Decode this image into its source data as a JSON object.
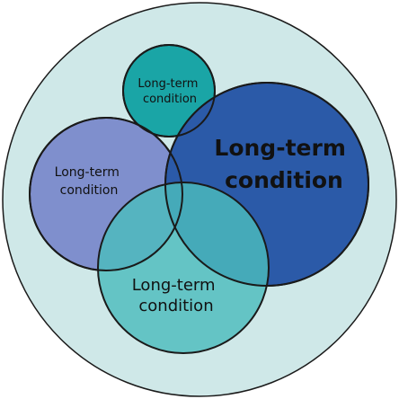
{
  "colors": {
    "outer_circle": "#cfe8e8",
    "top_circle": "#1aa5a6",
    "left_circle": "#7f8fcd",
    "right_circle": "#2b5aa8",
    "bottom_circle": "#4cbcbd",
    "stroke": "#1a1a1a"
  },
  "circles": {
    "top": {
      "line1": "Long-term",
      "line2": "condition"
    },
    "left": {
      "line1": "Long-term",
      "line2": "condition"
    },
    "right": {
      "line1": "Long-term",
      "line2": "condition"
    },
    "bottom": {
      "line1": "Long-term",
      "line2": "condition"
    }
  }
}
